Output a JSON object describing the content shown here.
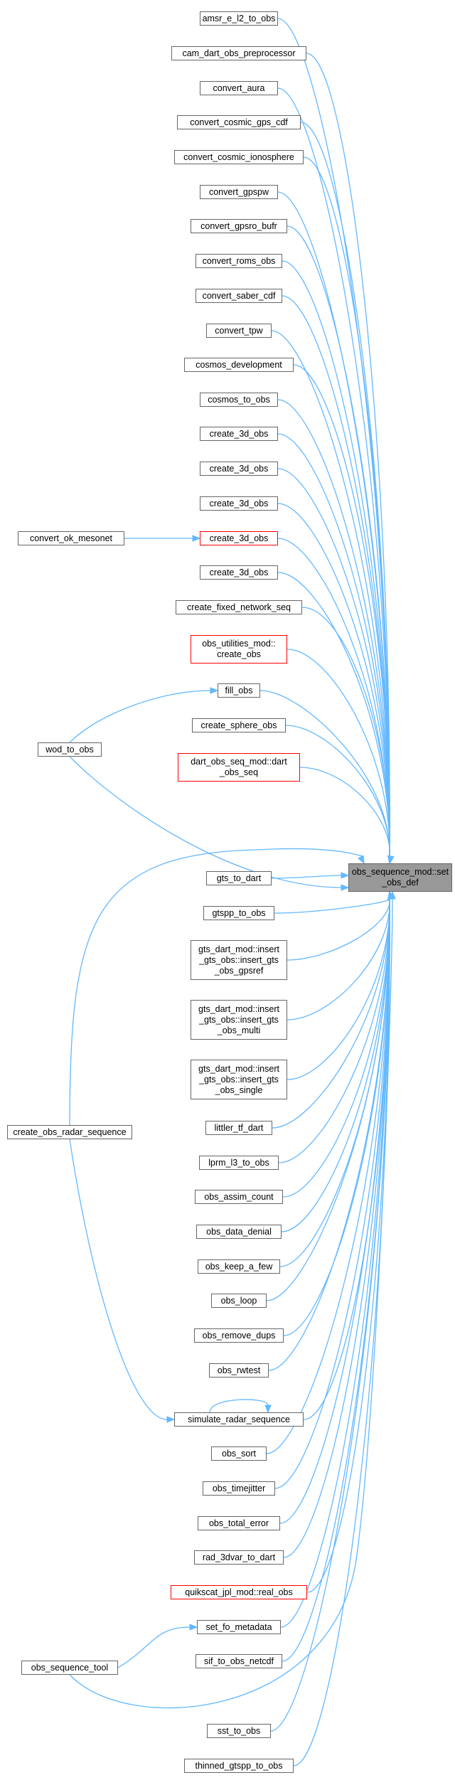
{
  "target": {
    "label": "obs_sequence_mod::set\n_obs_def"
  },
  "nodes": [
    {
      "id": "n0",
      "label": "amsr_e_l2_to_obs"
    },
    {
      "id": "n1",
      "label": "cam_dart_obs_preprocessor"
    },
    {
      "id": "n2",
      "label": "convert_aura"
    },
    {
      "id": "n3",
      "label": "convert_cosmic_gps_cdf"
    },
    {
      "id": "n4",
      "label": "convert_cosmic_ionosphere"
    },
    {
      "id": "n5",
      "label": "convert_gpspw"
    },
    {
      "id": "n6",
      "label": "convert_gpsro_bufr"
    },
    {
      "id": "n7",
      "label": "convert_roms_obs"
    },
    {
      "id": "n8",
      "label": "convert_saber_cdf"
    },
    {
      "id": "n9",
      "label": "convert_tpw"
    },
    {
      "id": "n10",
      "label": "cosmos_development"
    },
    {
      "id": "n11",
      "label": "cosmos_to_obs"
    },
    {
      "id": "n12",
      "label": "create_3d_obs"
    },
    {
      "id": "n13",
      "label": "create_3d_obs"
    },
    {
      "id": "n14",
      "label": "create_3d_obs"
    },
    {
      "id": "n15",
      "label": "create_3d_obs",
      "highlight": true
    },
    {
      "id": "n16",
      "label": "create_3d_obs"
    },
    {
      "id": "n17",
      "label": "create_fixed_network_seq"
    },
    {
      "id": "n18",
      "label": "obs_utilities_mod::\ncreate_obs",
      "highlight": true
    },
    {
      "id": "n19",
      "label": "fill_obs"
    },
    {
      "id": "n20",
      "label": "create_sphere_obs"
    },
    {
      "id": "n21",
      "label": "dart_obs_seq_mod::dart\n_obs_seq",
      "highlight": true
    },
    {
      "id": "n22",
      "label": "gts_to_dart"
    },
    {
      "id": "n23",
      "label": "gtspp_to_obs"
    },
    {
      "id": "n24",
      "label": "gts_dart_mod::insert\n_gts_obs::insert_gts\n_obs_gpsref"
    },
    {
      "id": "n25",
      "label": "gts_dart_mod::insert\n_gts_obs::insert_gts\n_obs_multi"
    },
    {
      "id": "n26",
      "label": "gts_dart_mod::insert\n_gts_obs::insert_gts\n_obs_single"
    },
    {
      "id": "n27",
      "label": "littler_tf_dart"
    },
    {
      "id": "n28",
      "label": "lprm_l3_to_obs"
    },
    {
      "id": "n29",
      "label": "obs_assim_count"
    },
    {
      "id": "n30",
      "label": "obs_data_denial"
    },
    {
      "id": "n31",
      "label": "obs_keep_a_few"
    },
    {
      "id": "n32",
      "label": "obs_loop"
    },
    {
      "id": "n33",
      "label": "obs_remove_dups"
    },
    {
      "id": "n34",
      "label": "obs_rwtest"
    },
    {
      "id": "n35",
      "label": "simulate_radar_sequence"
    },
    {
      "id": "n36",
      "label": "obs_sort"
    },
    {
      "id": "n37",
      "label": "obs_timejitter"
    },
    {
      "id": "n38",
      "label": "obs_total_error"
    },
    {
      "id": "n39",
      "label": "rad_3dvar_to_dart"
    },
    {
      "id": "n40",
      "label": "quikscat_jpl_mod::real_obs",
      "highlight": true
    },
    {
      "id": "n41",
      "label": "set_fo_metadata"
    },
    {
      "id": "n42",
      "label": "sif_to_obs_netcdf"
    },
    {
      "id": "n43",
      "label": "sst_to_obs"
    },
    {
      "id": "n44",
      "label": "thinned_gtspp_to_obs"
    },
    {
      "id": "c0",
      "label": "convert_ok_mesonet"
    },
    {
      "id": "c1",
      "label": "wod_to_obs"
    },
    {
      "id": "c2",
      "label": "create_obs_radar_sequence"
    },
    {
      "id": "c3",
      "label": "obs_sequence_tool"
    }
  ],
  "edges": [
    [
      "c0",
      "n15"
    ],
    [
      "c1",
      "n19"
    ],
    [
      "c1",
      "target"
    ],
    [
      "c2",
      "target"
    ],
    [
      "c2",
      "n35"
    ],
    [
      "c3",
      "n41"
    ],
    [
      "c3",
      "target"
    ],
    [
      "n35",
      "n35"
    ]
  ],
  "colors": {
    "edge": "#63b8ff",
    "node_border": "#666666",
    "highlight_border": "#ff0000",
    "target_fill": "#999999"
  }
}
